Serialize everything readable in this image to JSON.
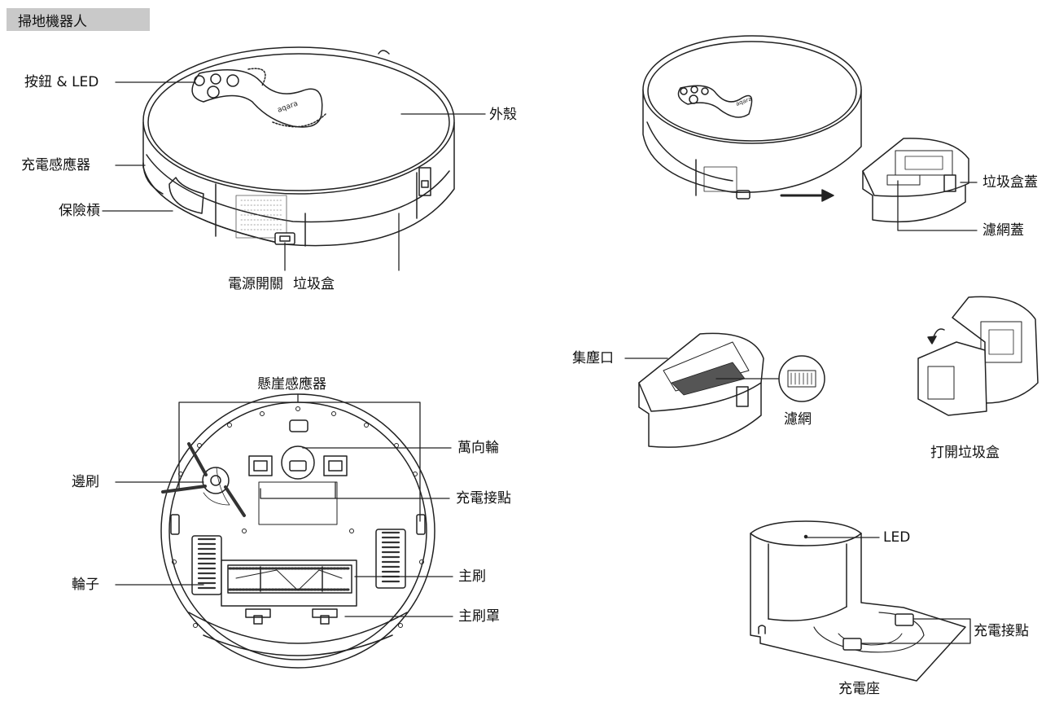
{
  "section_title": "掃地機器人",
  "labels": {
    "button_led": "按鈕 & LED",
    "shell": "外殼",
    "charge_sensor": "充電感應器",
    "bumper": "保險槓",
    "power_switch": "電源開關",
    "dustbin": "垃圾盒",
    "dustbin_cover": "垃圾盒蓋",
    "filter_cover": "濾網蓋",
    "dust_inlet": "集塵口",
    "filter": "濾網",
    "open_dustbin": "打開垃圾盒",
    "cliff_sensor": "懸崖感應器",
    "caster_wheel": "萬向輪",
    "side_brush": "邊刷",
    "charge_contacts_bottom": "充電接點",
    "wheel": "輪子",
    "main_brush": "主刷",
    "main_brush_cover": "主刷罩",
    "dock_led": "LED",
    "dock_contacts": "充電接點",
    "charging_dock": "充電座"
  },
  "brand_mark": "aqara"
}
